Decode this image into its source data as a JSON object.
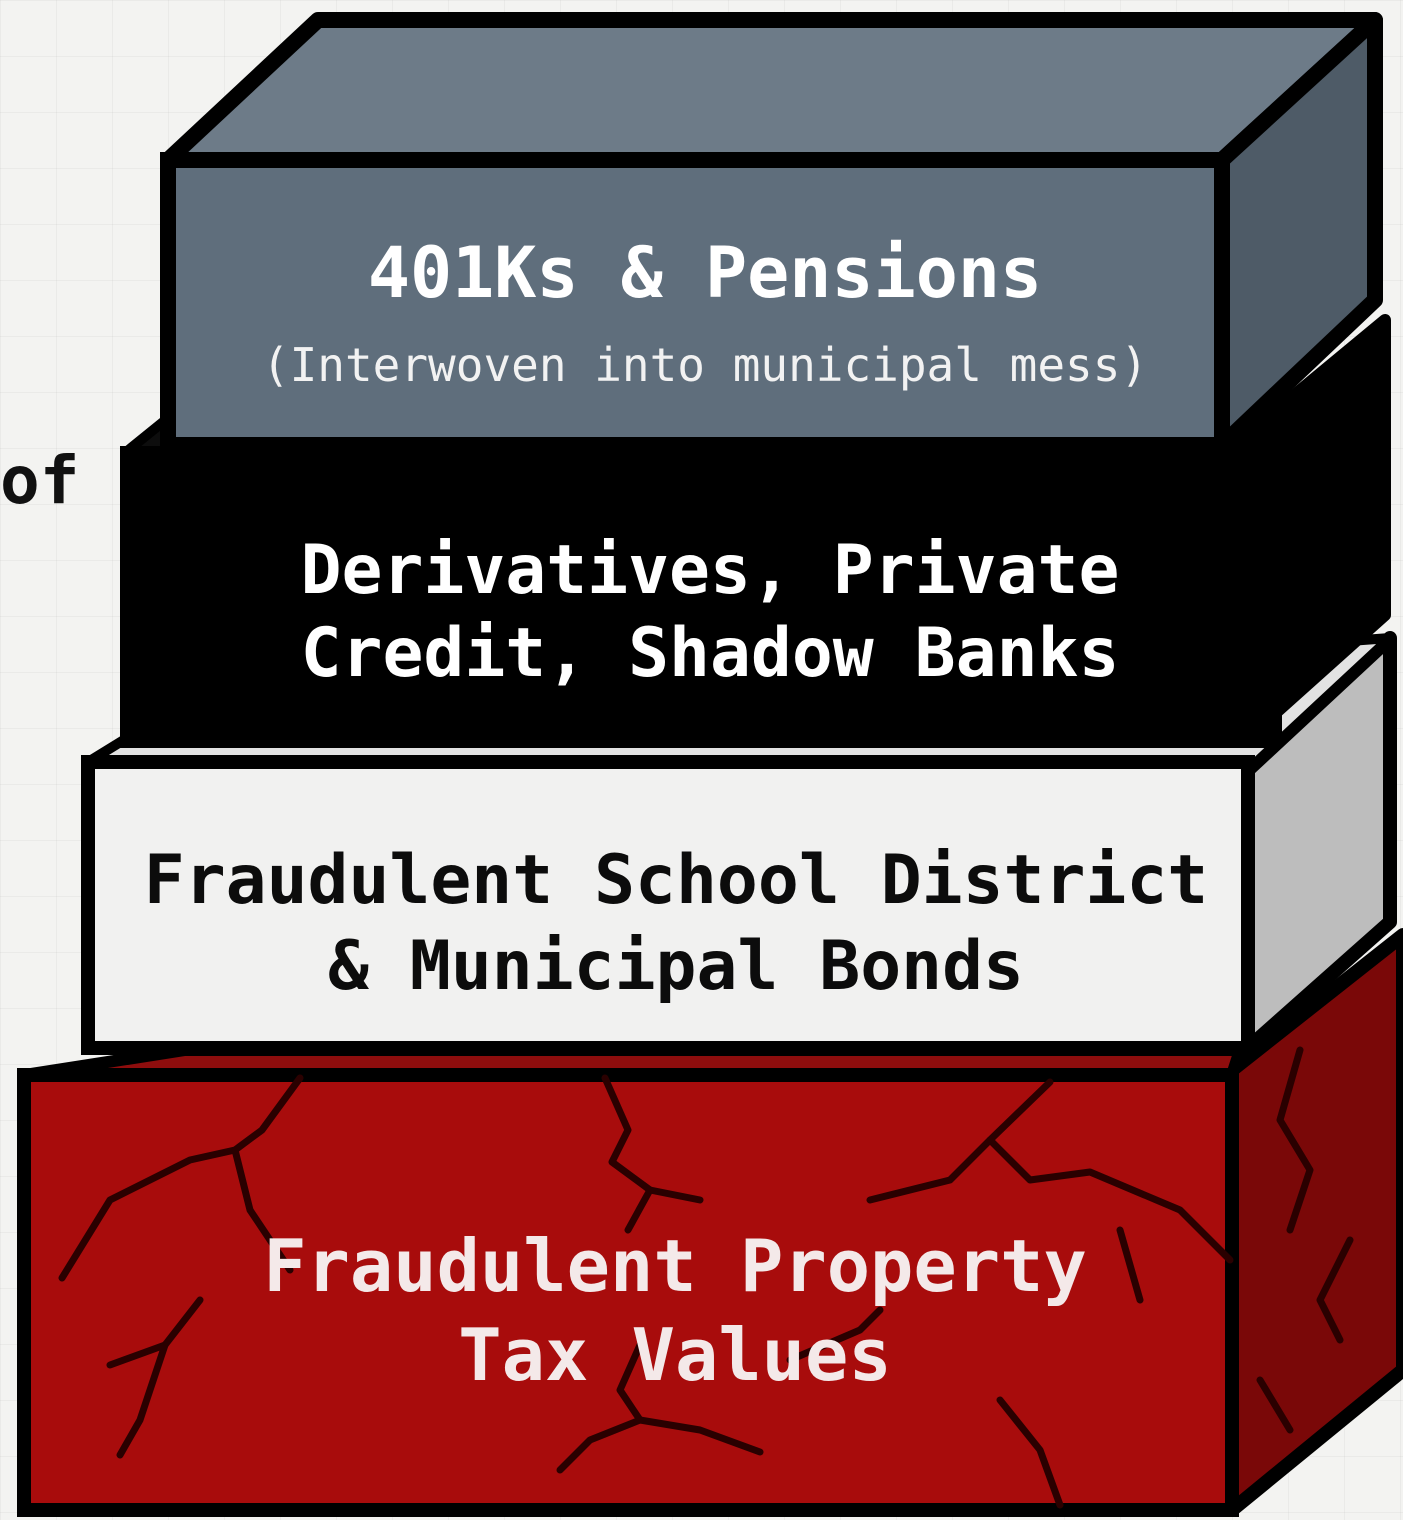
{
  "side_fragment": "of",
  "layers": [
    {
      "id": "pensions",
      "title": "401Ks & Pensions",
      "subtitle": "(Interwoven into municipal mess)",
      "colors": {
        "front": "#5f6e7c",
        "top": "#6d7b88",
        "side": "#4e5b67",
        "text": "#ffffff"
      }
    },
    {
      "id": "derivatives",
      "title": "Derivatives, Private\nCredit, Shadow Banks",
      "colors": {
        "front": "#000000",
        "top": "#0d0d0d",
        "side": "#000000",
        "text": "#ffffff"
      }
    },
    {
      "id": "bonds",
      "title": "Fraudulent School District\n& Municipal Bonds",
      "colors": {
        "front": "#f1f1f0",
        "top": "#e2e2e2",
        "side": "#bdbdbd",
        "text": "#0c0c0c"
      }
    },
    {
      "id": "property",
      "title": "Fraudulent Property\nTax Values",
      "colors": {
        "front": "#a80c0c",
        "top": "#8e0d0d",
        "side": "#7a0808",
        "text": "#f4e9e9",
        "cracks": "#2a0000"
      }
    }
  ],
  "outline_color": "#000000"
}
